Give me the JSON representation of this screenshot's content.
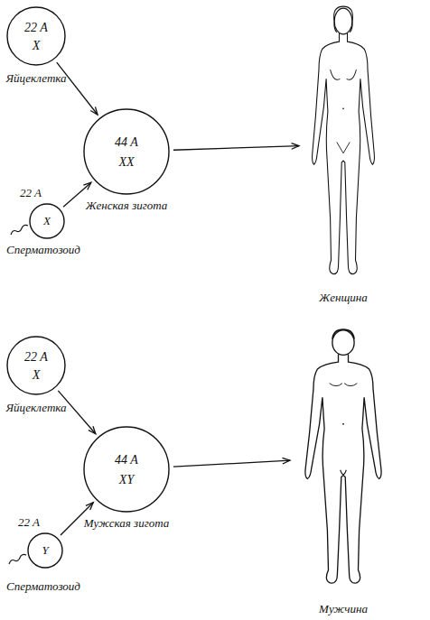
{
  "diagram": {
    "nodes": [
      {
        "text": [
          "22 A",
          "X",
          "Яйцеклетка"
        ]
      },
      {
        "text": [
          "22 A",
          "X",
          "Сперматозоид"
        ]
      },
      {
        "text": [
          "44 A",
          "XX",
          "Женская зигота"
        ]
      },
      {
        "text": [
          "Женщина"
        ]
      },
      {
        "text": [
          "22 A",
          "X",
          "Яйцеклетка"
        ]
      },
      {
        "text": [
          "22 A",
          "Y",
          "Сперматозоид"
        ]
      },
      {
        "text": [
          "44 A",
          "XY",
          "Мужская зигота"
        ]
      },
      {
        "text": [
          "Мужчина"
        ]
      }
    ],
    "edges": [
      {
        "from": 0,
        "to": 2,
        "arrow": "to"
      },
      {
        "from": 1,
        "to": 2,
        "arrow": "to"
      },
      {
        "from": 2,
        "to": 3,
        "arrow": "to"
      },
      {
        "from": 4,
        "to": 6,
        "arrow": "to"
      },
      {
        "from": 5,
        "to": 6,
        "arrow": "to"
      },
      {
        "from": 6,
        "to": 7,
        "arrow": "to"
      }
    ]
  }
}
